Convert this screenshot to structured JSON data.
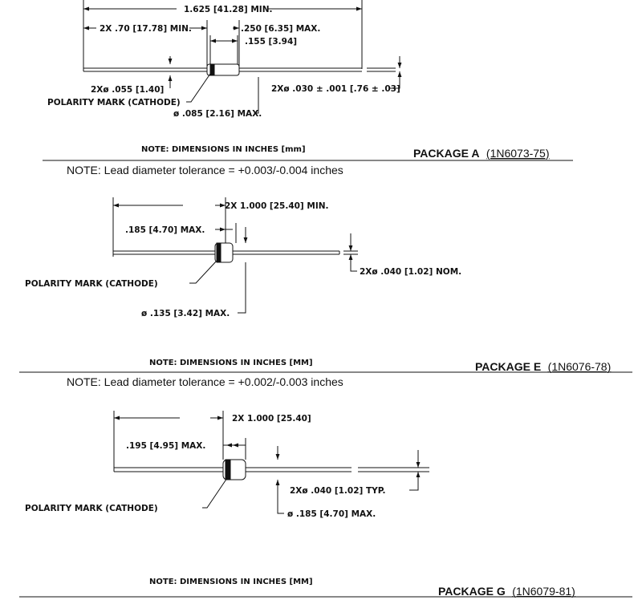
{
  "packages": [
    {
      "name": "PACKAGE A",
      "part_range": "(1N6073-75)",
      "note": "NOTE: DIMENSIONS IN INCHES [mm]",
      "tolerance": "NOTE:  Lead diameter tolerance = +0.003/-0.004 inches",
      "labels": {
        "overall": "1.625 [41.28] MIN.",
        "lead_len": "2X .70 [17.78] MIN.",
        "body_len": ".250 [6.35] MAX.",
        "band": ".155 [3.94]",
        "band_dia": "2Xø .055 [1.40]",
        "polarity": "POLARITY MARK (CATHODE)",
        "body_dia": "ø .085 [2.16] MAX.",
        "lead_dia": "2Xø .030 ± .001 [.76 ± .03]"
      }
    },
    {
      "name": "PACKAGE E",
      "part_range": "(1N6076-78)",
      "note": "NOTE: DIMENSIONS IN INCHES [MM]",
      "tolerance": "NOTE:  Lead diameter tolerance = +0.002/-0.003 inches",
      "labels": {
        "lead_len": "2X 1.000 [25.40] MIN.",
        "body_len": ".185 [4.70] MAX.",
        "polarity": "POLARITY MARK (CATHODE)",
        "lead_dia": "2Xø .040 [1.02] NOM.",
        "body_dia": "ø .135 [3.42] MAX."
      }
    },
    {
      "name": "PACKAGE G",
      "part_range": "(1N6079-81)",
      "note": "NOTE: DIMENSIONS IN INCHES [MM]",
      "labels": {
        "lead_len": "2X 1.000 [25.40]",
        "body_len": ".195 [4.95] MAX.",
        "lead_dia": "2Xø .040 [1.02] TYP.",
        "polarity": "POLARITY MARK (CATHODE)",
        "body_dia": "ø .185 [4.70] MAX."
      }
    }
  ]
}
